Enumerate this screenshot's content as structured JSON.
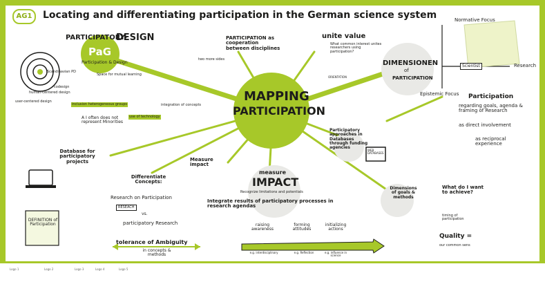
{
  "header": {
    "badge": "AG1",
    "title": "Locating and differentiating participation in the German science system"
  },
  "center": {
    "line1": "MAPPING",
    "line2": "PARTICIPATION"
  },
  "pad": {
    "title_a": "PARTICIPATORY-",
    "title_b": "DESIGN",
    "logo": "PaG",
    "subtitle": "Participation & Design",
    "labels": [
      "Scandinavian PD",
      "codesign",
      "human-centered design",
      "user-centered design"
    ],
    "space": "Space for mutual learning",
    "hetero": "inclusion heterogeneous groups",
    "integration": "integration of concepts",
    "ai": "A I often does not represent Minorities",
    "tech": "use of technology"
  },
  "database": "Database for participatory projects",
  "definition": "DEFINITION of Participation",
  "cooperation": {
    "text": "PARTICIPATION as cooperation between disciplines",
    "sides": "two more sides"
  },
  "value": {
    "title": "unite value",
    "question": "What common interest unites researchers using participation?",
    "small": "ORIENTATION"
  },
  "dimensionen": {
    "title": "DIMENSIONEN",
    "of": "of",
    "sub": "PARTICIPATION"
  },
  "axes": {
    "normative": "Normative Focus",
    "epistemic": "Epistemic Focus",
    "research": "Research",
    "scientist": "Scientist"
  },
  "participation_box": {
    "title": "Participation",
    "goals": "regarding goals, agenda & framing of Research",
    "direct": "as direct involvement",
    "recip": "as reciprocal experience"
  },
  "databases": {
    "text": "Participatory approaches in Databases through funding agencies",
    "screen": "WEB DATABASES"
  },
  "differentiate": {
    "title": "Differentiate Concepts:",
    "ron": "Research on Participation",
    "badge": "RESEACH",
    "vs": "vs.",
    "pr": "participatory Research",
    "ambig": "tolerance of Ambiguity",
    "ambig2": "in concepts & methods"
  },
  "measure": {
    "small": "Measure impact",
    "top": "measure",
    "big": "IMPACT",
    "recog": "Recognize limitations and potentials",
    "integrate": "Integrate results of participatory processes in research agendas"
  },
  "arrow": {
    "labels": [
      "raising awareness",
      "forming attitudes",
      "initializing actions"
    ],
    "sub": [
      "e.g. interdisciplinary",
      "e.g. Reflection",
      "e.g. influence in science"
    ]
  },
  "dimensions_goals": {
    "title": "Dimensions of goals & methods",
    "achieve": "What do I want to achieve?",
    "timing": "timing of participation",
    "quality": "Quality =",
    "common": "our common sens"
  },
  "footer": {
    "logos": [
      "Logo 1",
      "Logo 2",
      "Logo 3",
      "Logo 4",
      "Logo 5"
    ]
  },
  "colors": {
    "green": "#a7c829",
    "dark_green": "#8fae17",
    "ink": "#1d1d1b"
  }
}
